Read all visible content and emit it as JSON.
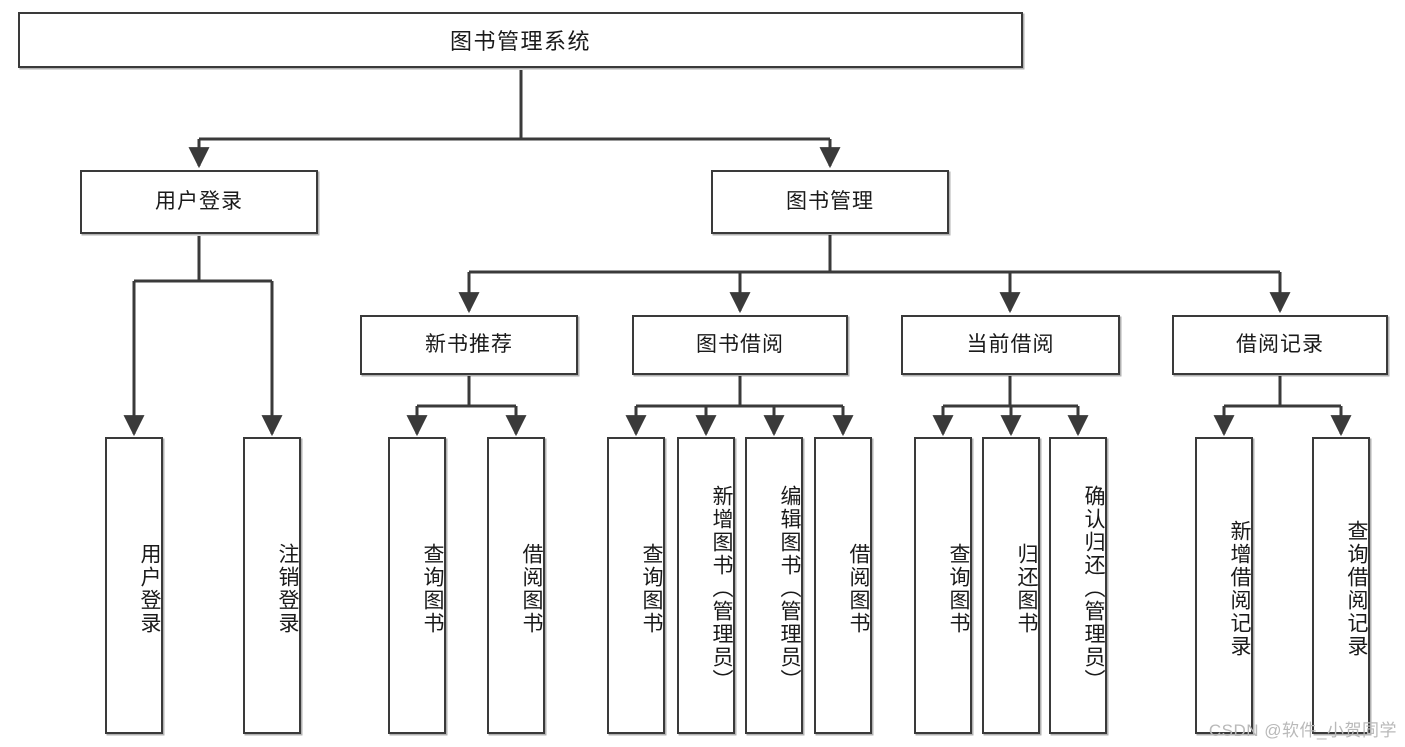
{
  "diagram": {
    "title": "图书管理系统",
    "root": {
      "id": "root",
      "label": "图书管理系统"
    },
    "level1": [
      {
        "id": "user-login",
        "label": "用户登录"
      },
      {
        "id": "book-manage",
        "label": "图书管理"
      }
    ],
    "level2": [
      {
        "id": "new-book-recommend",
        "label": "新书推荐"
      },
      {
        "id": "book-borrow",
        "label": "图书借阅"
      },
      {
        "id": "current-borrow",
        "label": "当前借阅"
      },
      {
        "id": "borrow-record",
        "label": "借阅记录"
      }
    ],
    "leaves": {
      "user_login": [
        {
          "id": "leaf-user-login",
          "label": "用户登录"
        },
        {
          "id": "leaf-logout-login",
          "label": "注销登录"
        }
      ],
      "new_book_recommend": [
        {
          "id": "leaf-query-book-1",
          "label": "查询图书"
        },
        {
          "id": "leaf-borrow-book-1",
          "label": "借阅图书"
        }
      ],
      "book_borrow": [
        {
          "id": "leaf-query-book-2",
          "label": "查询图书"
        },
        {
          "id": "leaf-add-book",
          "label": "新增图书（管理员）"
        },
        {
          "id": "leaf-edit-book",
          "label": "编辑图书（管理员）"
        },
        {
          "id": "leaf-borrow-book-2",
          "label": "借阅图书"
        }
      ],
      "current_borrow": [
        {
          "id": "leaf-query-book-3",
          "label": "查询图书"
        },
        {
          "id": "leaf-return-book",
          "label": "归还图书"
        },
        {
          "id": "leaf-confirm-return",
          "label": "确认归还（管理员）"
        }
      ],
      "borrow_record": [
        {
          "id": "leaf-add-record",
          "label": "新增借阅记录"
        },
        {
          "id": "leaf-query-record",
          "label": "查询借阅记录"
        }
      ]
    },
    "watermark": "CSDN @软件_小贺同学",
    "colors": {
      "stroke": "#3a3a3a",
      "background": "#ffffff",
      "text": "#1a1a1a",
      "watermark": "#b9b9b9"
    }
  }
}
